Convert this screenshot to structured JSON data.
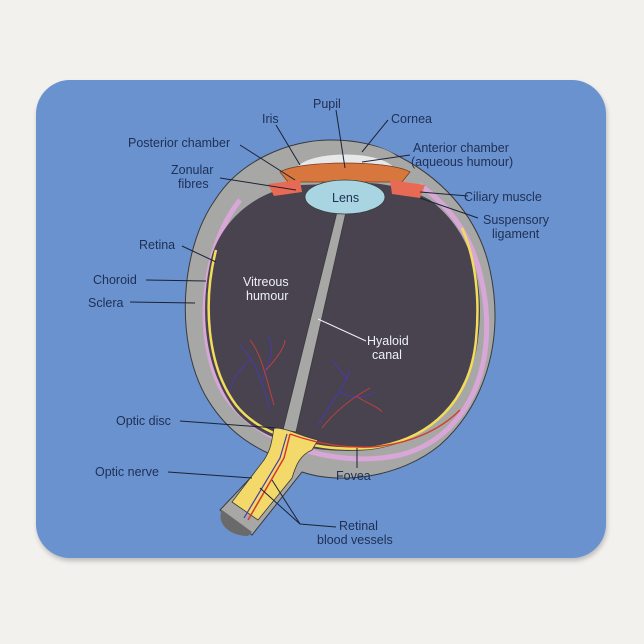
{
  "product": {
    "type": "mousepad",
    "pad_color": "#6a92cf",
    "background_color": "#f2f1ee"
  },
  "diagram": {
    "title": "Human eye cross-section",
    "colors": {
      "sclera": "#a7a8a6",
      "vitreous": "#48434f",
      "choroid": "#d9a6d8",
      "retina": "#f2dc5c",
      "lens": "#a9d4e2",
      "iris": "#d8773d",
      "ciliary": "#e86a54",
      "aqueous": "#e6e8ea",
      "optic_nerve": "#f3d86a",
      "artery": "#d43a2a",
      "vein": "#4a3aa8"
    },
    "labels": {
      "pupil": "Pupil",
      "iris": "Iris",
      "cornea": "Cornea",
      "posterior_chamber": "Posterior chamber",
      "anterior_chamber_1": "Anterior chamber",
      "anterior_chamber_2": "(aqueous humour)",
      "zonular_1": "Zonular",
      "zonular_2": "fibres",
      "lens": "Lens",
      "ciliary_muscle": "Ciliary muscle",
      "suspensory_1": "Suspensory",
      "suspensory_2": "ligament",
      "retina": "Retina",
      "choroid": "Choroid",
      "sclera": "Sclera",
      "vitreous_1": "Vitreous",
      "vitreous_2": "humour",
      "hyaloid_1": "Hyaloid",
      "hyaloid_2": "canal",
      "optic_disc": "Optic disc",
      "optic_nerve": "Optic nerve",
      "fovea": "Fovea",
      "retinal_vessels_1": "Retinal",
      "retinal_vessels_2": "blood vessels"
    }
  }
}
